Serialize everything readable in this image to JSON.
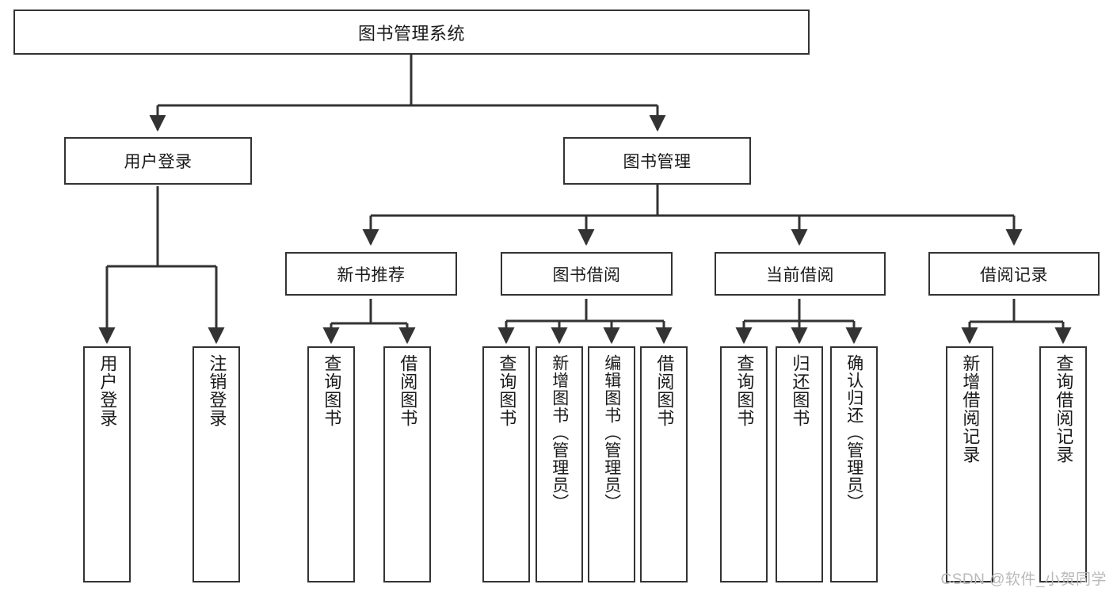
{
  "diagram": {
    "type": "tree-hierarchy",
    "title": "图书管理系统",
    "watermark": "CSDN @软件_小贺同学",
    "colors": {
      "stroke": "#333333",
      "box_fill": "#ffffff",
      "text": "#1a1a1a",
      "watermark": "#b9b9b9",
      "background": "#ffffff"
    },
    "root": {
      "label": "图书管理系统"
    },
    "level2": [
      {
        "label": "用户登录"
      },
      {
        "label": "图书管理"
      }
    ],
    "level3": [
      {
        "label": "新书推荐"
      },
      {
        "label": "图书借阅"
      },
      {
        "label": "当前借阅"
      },
      {
        "label": "借阅记录"
      }
    ],
    "leaves": {
      "user_login": [
        {
          "label": "用户登录"
        },
        {
          "label": "注销登录"
        }
      ],
      "new_book": [
        {
          "label": "查询图书"
        },
        {
          "label": "借阅图书"
        }
      ],
      "book_borrow": [
        {
          "label": "查询图书"
        },
        {
          "label": "新增图书（管理员）"
        },
        {
          "label": "编辑图书（管理员）"
        },
        {
          "label": "借阅图书"
        }
      ],
      "current_borrow": [
        {
          "label": "查询图书"
        },
        {
          "label": "归还图书"
        },
        {
          "label": "确认归还（管理员）"
        }
      ],
      "borrow_record": [
        {
          "label": "新增借阅记录"
        },
        {
          "label": "查询借阅记录"
        }
      ]
    }
  }
}
